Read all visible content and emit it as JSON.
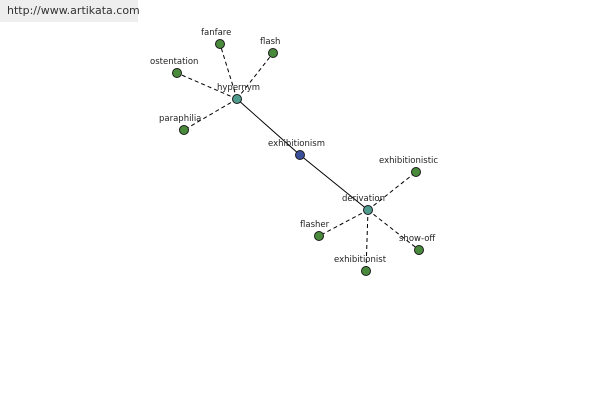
{
  "banner": {
    "url": "http://www.artikata.com"
  },
  "colors": {
    "root": "#3a4f9a",
    "relation": "#4f9b8e",
    "word": "#4a8a3c"
  },
  "graph": {
    "nodes": [
      {
        "id": "exhibitionism",
        "label": "exhibitionism",
        "kind": "root"
      },
      {
        "id": "hypernym",
        "label": "hypernym",
        "kind": "relation"
      },
      {
        "id": "derivation",
        "label": "derivation",
        "kind": "relation"
      },
      {
        "id": "fanfare",
        "label": "fanfare",
        "kind": "word"
      },
      {
        "id": "flash",
        "label": "flash",
        "kind": "word"
      },
      {
        "id": "ostentation",
        "label": "ostentation",
        "kind": "word"
      },
      {
        "id": "paraphilia",
        "label": "paraphilia",
        "kind": "word"
      },
      {
        "id": "exhibitionistic",
        "label": "exhibitionistic",
        "kind": "word"
      },
      {
        "id": "flasher",
        "label": "flasher",
        "kind": "word"
      },
      {
        "id": "show-off",
        "label": "show-off",
        "kind": "word"
      },
      {
        "id": "exhibitionist",
        "label": "exhibitionist",
        "kind": "word"
      }
    ],
    "edges": [
      {
        "from": "exhibitionism",
        "to": "hypernym",
        "style": "solid"
      },
      {
        "from": "exhibitionism",
        "to": "derivation",
        "style": "solid"
      },
      {
        "from": "hypernym",
        "to": "fanfare",
        "style": "dashed"
      },
      {
        "from": "hypernym",
        "to": "flash",
        "style": "dashed"
      },
      {
        "from": "hypernym",
        "to": "ostentation",
        "style": "dashed"
      },
      {
        "from": "hypernym",
        "to": "paraphilia",
        "style": "dashed"
      },
      {
        "from": "derivation",
        "to": "exhibitionistic",
        "style": "dashed"
      },
      {
        "from": "derivation",
        "to": "flasher",
        "style": "dashed"
      },
      {
        "from": "derivation",
        "to": "show-off",
        "style": "dashed"
      },
      {
        "from": "derivation",
        "to": "exhibitionist",
        "style": "dashed"
      }
    ]
  }
}
